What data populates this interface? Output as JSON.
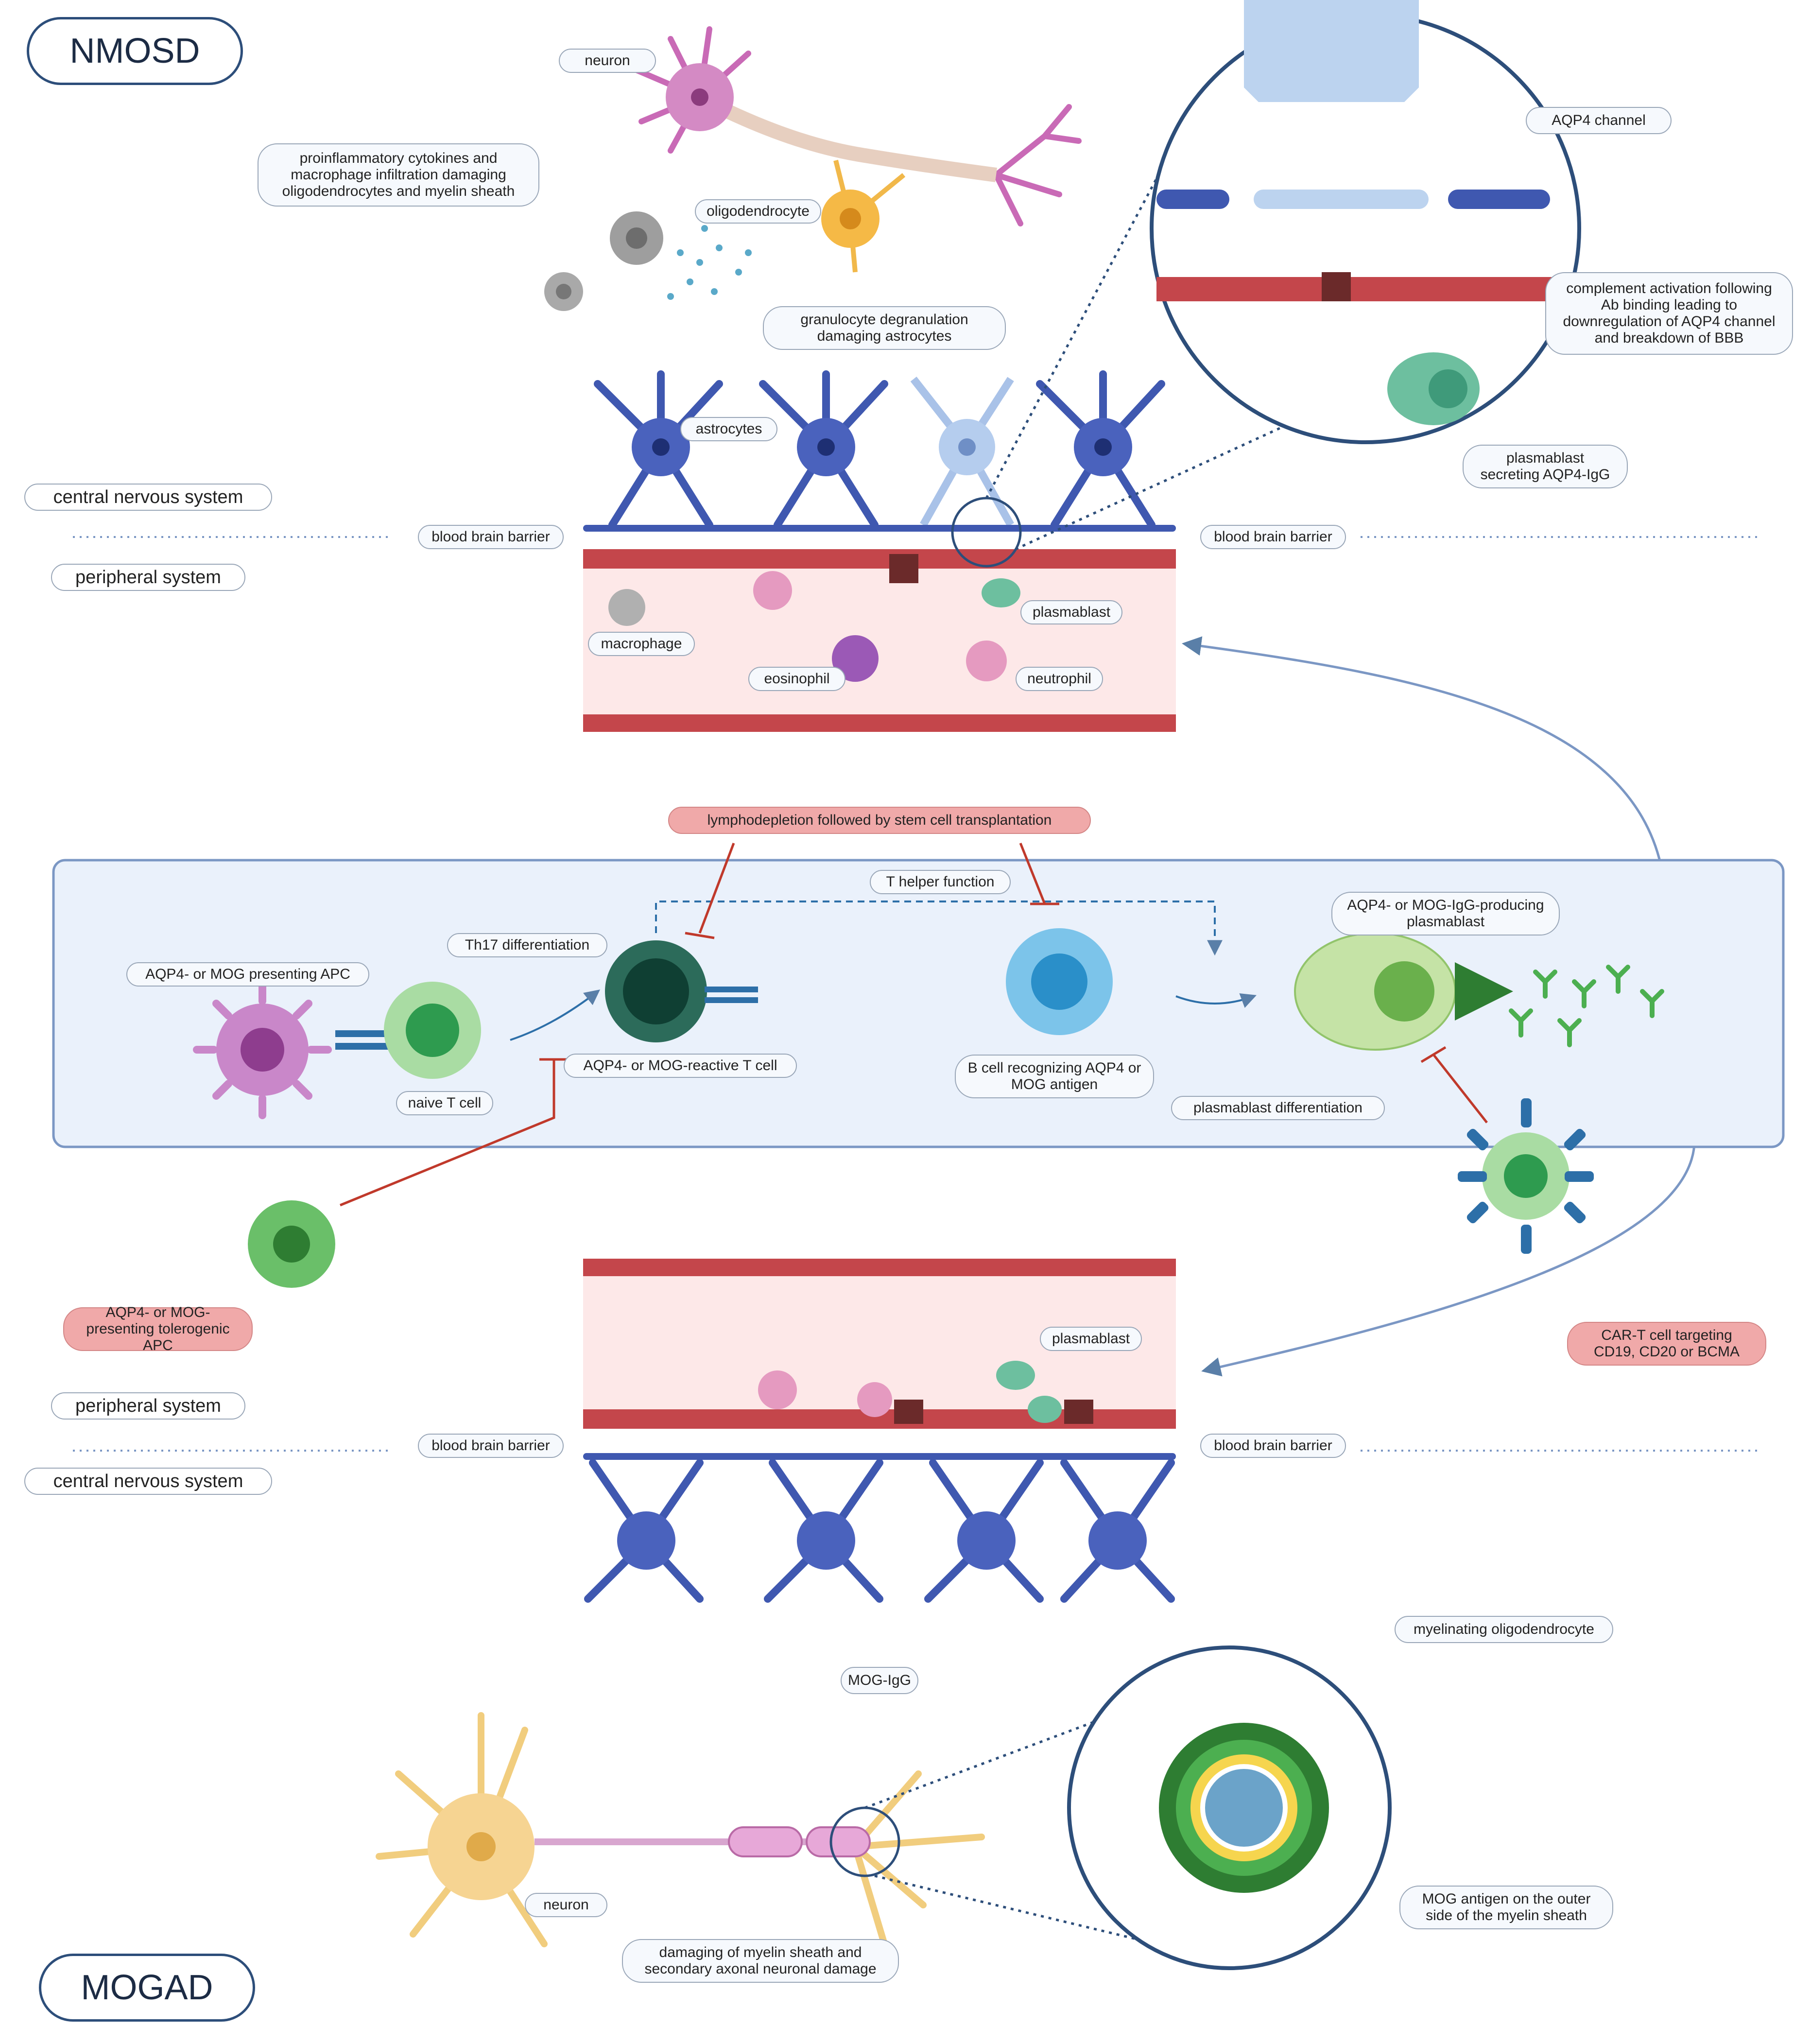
{
  "labels": {
    "nmosd": "NMOSD",
    "mogad": "MOGAD",
    "neuron_top": "neuron",
    "cytokines": "proinflammatory cytokines and macrophage infiltration damaging oligodendrocytes and myelin sheath",
    "oligodendrocyte": "oligodendrocyte",
    "granulocyte": "granulocyte degranulation damaging astrocytes",
    "astrocytes": "astrocytes",
    "aqp4_channel": "AQP4 channel",
    "complement": "complement activation following Ab binding leading to downregulation of AQP4 channel and breakdown of BBB",
    "plasmablast_secreting": "plasmablast secreting AQP4-IgG",
    "cns_top": "central nervous system",
    "peripheral_top": "peripheral system",
    "bbb_top_left": "blood brain barrier",
    "bbb_top_right": "blood brain barrier",
    "macrophage": "macrophage",
    "eosinophil": "eosinophil",
    "neutrophil": "neutrophil",
    "plasmablast_top": "plasmablast",
    "lymphodepletion": "lymphodepletion followed by stem cell transplantation",
    "t_helper": "T helper function",
    "th17": "Th17 differentiation",
    "apc": "AQP4- or MOG presenting APC",
    "naive_t": "naive T cell",
    "reactive_t": "AQP4- or MOG-reactive T cell",
    "b_cell": "B cell recognizing AQP4 or MOG antigen",
    "igg_plasmablast": "AQP4- or MOG-IgG-producing plasmablast",
    "plasmablast_diff": "plasmablast differentiation",
    "tolerogenic_apc": "AQP4- or MOG-presenting tolerogenic APC",
    "car_t": "CAR-T cell targeting CD19, CD20 or BCMA",
    "plasmablast_bottom": "plasmablast",
    "peripheral_bottom": "peripheral system",
    "cns_bottom": "central nervous system",
    "bbb_bottom_left": "blood brain barrier",
    "bbb_bottom_right": "blood brain barrier",
    "mog_igg": "MOG-IgG",
    "myelinating_oligo": "myelinating oligodendrocyte",
    "mog_antigen": "MOG antigen on the outer side of the  myelin sheath",
    "neuron_bottom": "neuron",
    "damaging_myelin": "damaging of myelin sheath and secondary axonal neuronal damage"
  },
  "colors": {
    "astrocyte": "#3f58b0",
    "vessel": "#c4464b",
    "vessel_fill": "#fde8e8",
    "panel_fill": "#eaf1fb",
    "panel_stroke": "#7b97c4",
    "inhibit_red": "#c0392b",
    "antibody_green": "#4caf50",
    "neuron_pink": "#c96ab6",
    "neuron_yellow": "#f1cd7e"
  }
}
